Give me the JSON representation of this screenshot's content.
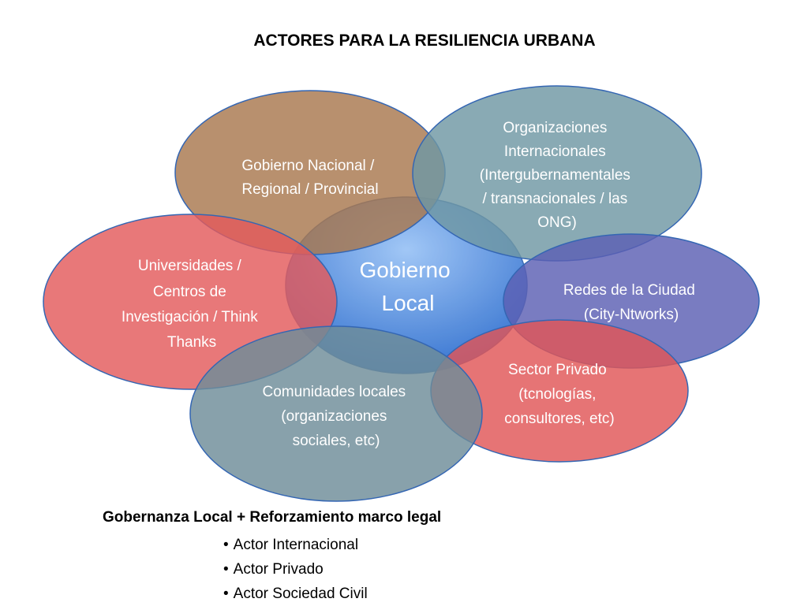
{
  "title": "ACTORES PARA LA RESILIENCIA URBANA",
  "colors": {
    "gobierno_nacional": "#a8774e",
    "organizaciones": "#6f97a3",
    "gobierno_local": "#4a86d8",
    "universidades": "#e35a5c",
    "redes": "#5b5fb3",
    "sector_privado": "#e05557",
    "comunidades": "#6e8c98"
  },
  "ellipses": {
    "gobierno_nacional": {
      "lines": [
        "Gobierno Nacional /",
        "Regional / Provincial"
      ]
    },
    "organizaciones": {
      "lines": [
        "Organizaciones",
        "Internacionales",
        "(Intergubernamentales",
        "/ transnacionales / las",
        "ONG)"
      ]
    },
    "gobierno_local": {
      "lines": [
        "Gobierno",
        "Local"
      ]
    },
    "universidades": {
      "lines": [
        "Universidades /",
        "Centros de",
        "Investigación / Think",
        "Thanks"
      ]
    },
    "redes": {
      "lines": [
        "Redes de la Ciudad",
        "(City-Ntworks)"
      ]
    },
    "sector_privado": {
      "lines": [
        "Sector Privado",
        "(tcnologías,",
        "consultores, etc)"
      ]
    },
    "comunidades": {
      "lines": [
        "Comunidades locales",
        "(organizaciones",
        "sociales, etc)"
      ]
    }
  },
  "footer": {
    "title": "Gobernanza Local + Reforzamiento marco legal",
    "bullets": [
      "Actor Internacional",
      "Actor Privado",
      "Actor Sociedad Civil"
    ]
  }
}
